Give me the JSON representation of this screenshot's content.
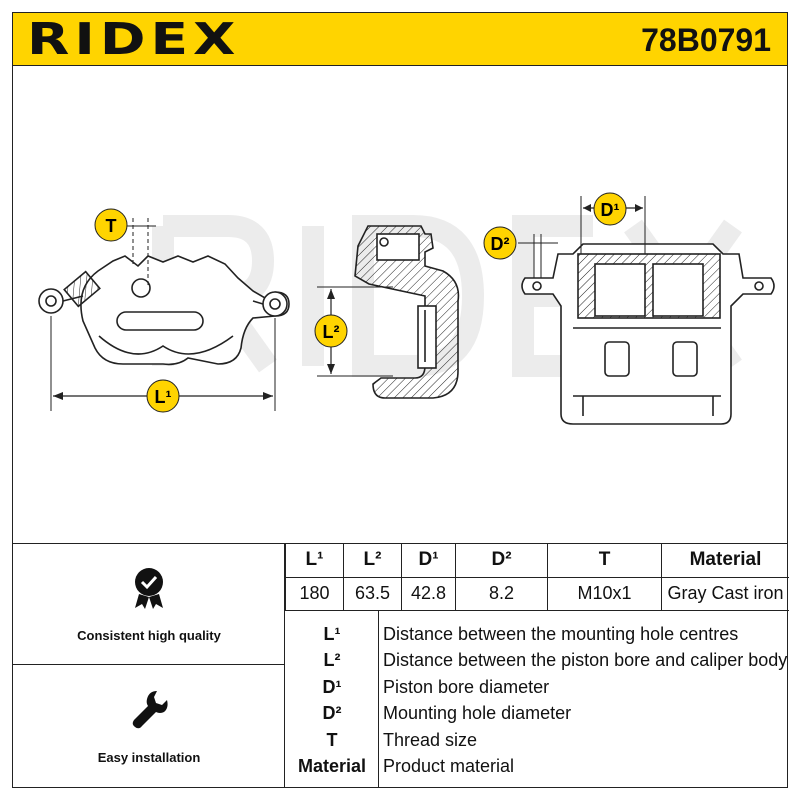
{
  "header": {
    "brand": "RIDEX",
    "part_number": "78B0791"
  },
  "drawing": {
    "labels": {
      "T": "T",
      "L1": "L¹",
      "L2": "L²",
      "D1": "D¹",
      "D2": "D²"
    }
  },
  "features": [
    {
      "icon": "quality-badge-icon",
      "label": "Consistent high quality"
    },
    {
      "icon": "wrench-icon",
      "label": "Easy installation"
    }
  ],
  "specs": {
    "headers": [
      "L¹",
      "L²",
      "D¹",
      "D²",
      "T",
      "Material"
    ],
    "values": [
      "180",
      "63.5",
      "42.8",
      "8.2",
      "M10x1",
      "Gray Cast iron"
    ]
  },
  "legend": [
    {
      "key": "L¹",
      "desc": "Distance between the mounting hole centres"
    },
    {
      "key": "L²",
      "desc": "Distance between the piston bore and caliper body"
    },
    {
      "key": "D¹",
      "desc": "Piston bore diameter"
    },
    {
      "key": "D²",
      "desc": "Mounting hole diameter"
    },
    {
      "key": "T",
      "desc": "Thread size"
    },
    {
      "key": "Material",
      "desc": "Product material"
    }
  ],
  "colors": {
    "brand_yellow": "#ffd400",
    "dimension_badge": "#ffd400",
    "line": "#222222",
    "watermark": "#ececec"
  }
}
